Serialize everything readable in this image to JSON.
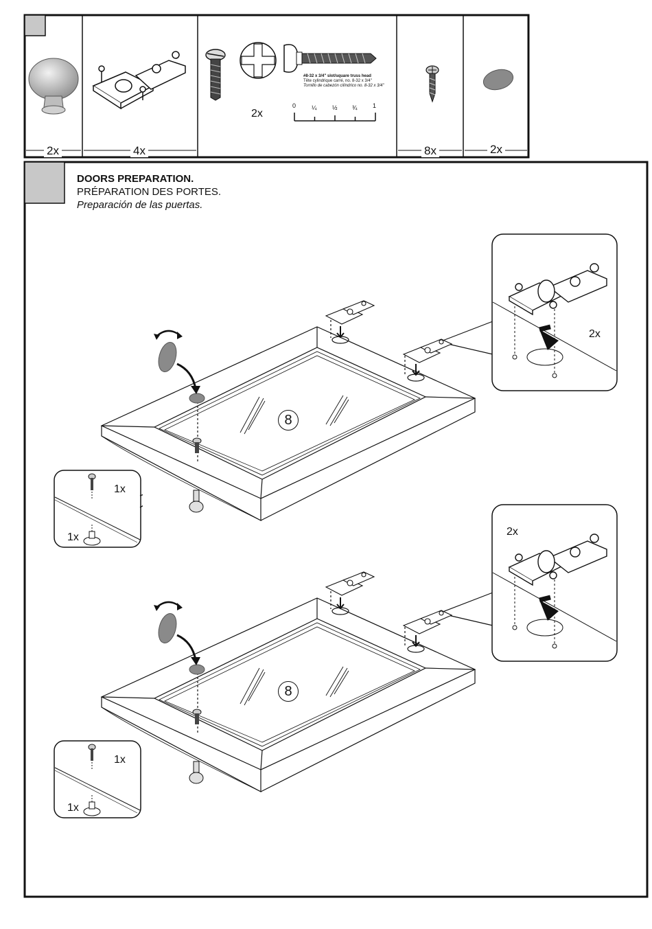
{
  "parts": {
    "qty": [
      "2x",
      "4x",
      "2x",
      "8x",
      "2x"
    ],
    "screw_spec": {
      "line1": "#8-32 x 3/4\" slot/square truss head",
      "line2": "Tête cylindrique carré, no. 8-32 x 3/4\"",
      "line3": "Tornillo de cabezón cilíndrico no. 8-32 x 3/4\""
    },
    "ruler_ticks": [
      "0",
      "¼",
      "½",
      "¾",
      "1"
    ],
    "screw_qty": "2x"
  },
  "step": {
    "title_en": "DOORS PREPARATION.",
    "title_fr": "PRÉPARATION DES PORTES.",
    "title_es": "Preparación de las puertas."
  },
  "doors": [
    {
      "part_number": "8",
      "hinge_qty": "2x",
      "screw_qty": "1x",
      "knob_qty": "1x"
    },
    {
      "part_number": "8",
      "hinge_qty": "2x",
      "screw_qty": "1x",
      "knob_qty": "1x"
    }
  ],
  "colors": {
    "panel": "#c8c8c8",
    "bumper": "#8a8a8a",
    "line": "#111111"
  }
}
